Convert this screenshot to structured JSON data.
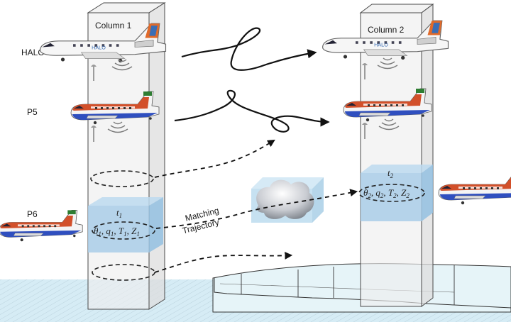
{
  "columns": [
    {
      "label": "Column 1"
    },
    {
      "label": "Column 2"
    }
  ],
  "aircraft": [
    {
      "label": "HALO"
    },
    {
      "label": "P5"
    },
    {
      "label": "P6"
    }
  ],
  "state_1": {
    "time": "t",
    "time_sub": "1",
    "vars": [
      "θ",
      "q",
      "T",
      "Z"
    ],
    "sub": "1"
  },
  "state_2": {
    "time": "t",
    "time_sub": "2",
    "vars": [
      "θ",
      "q",
      "T",
      "Z"
    ],
    "sub": "2"
  },
  "trajectory_label": [
    "Matching",
    "Trajectory"
  ],
  "colors": {
    "column_fill": "#eeeeee",
    "column_stroke": "#4a4a4a",
    "sample_box": "#a9cde8",
    "water": "#d6ecf5",
    "ice": "#e6f4f8",
    "plane_red": "#d2502a",
    "plane_blue": "#2f4fbf",
    "plane_white": "#f4f4f4",
    "halo_orange": "#e06a2a",
    "halo_blue": "#3a6db5"
  },
  "icons": [
    "sonde-icon",
    "radar-wave-icon",
    "cloud-icon",
    "aircraft-icon"
  ]
}
